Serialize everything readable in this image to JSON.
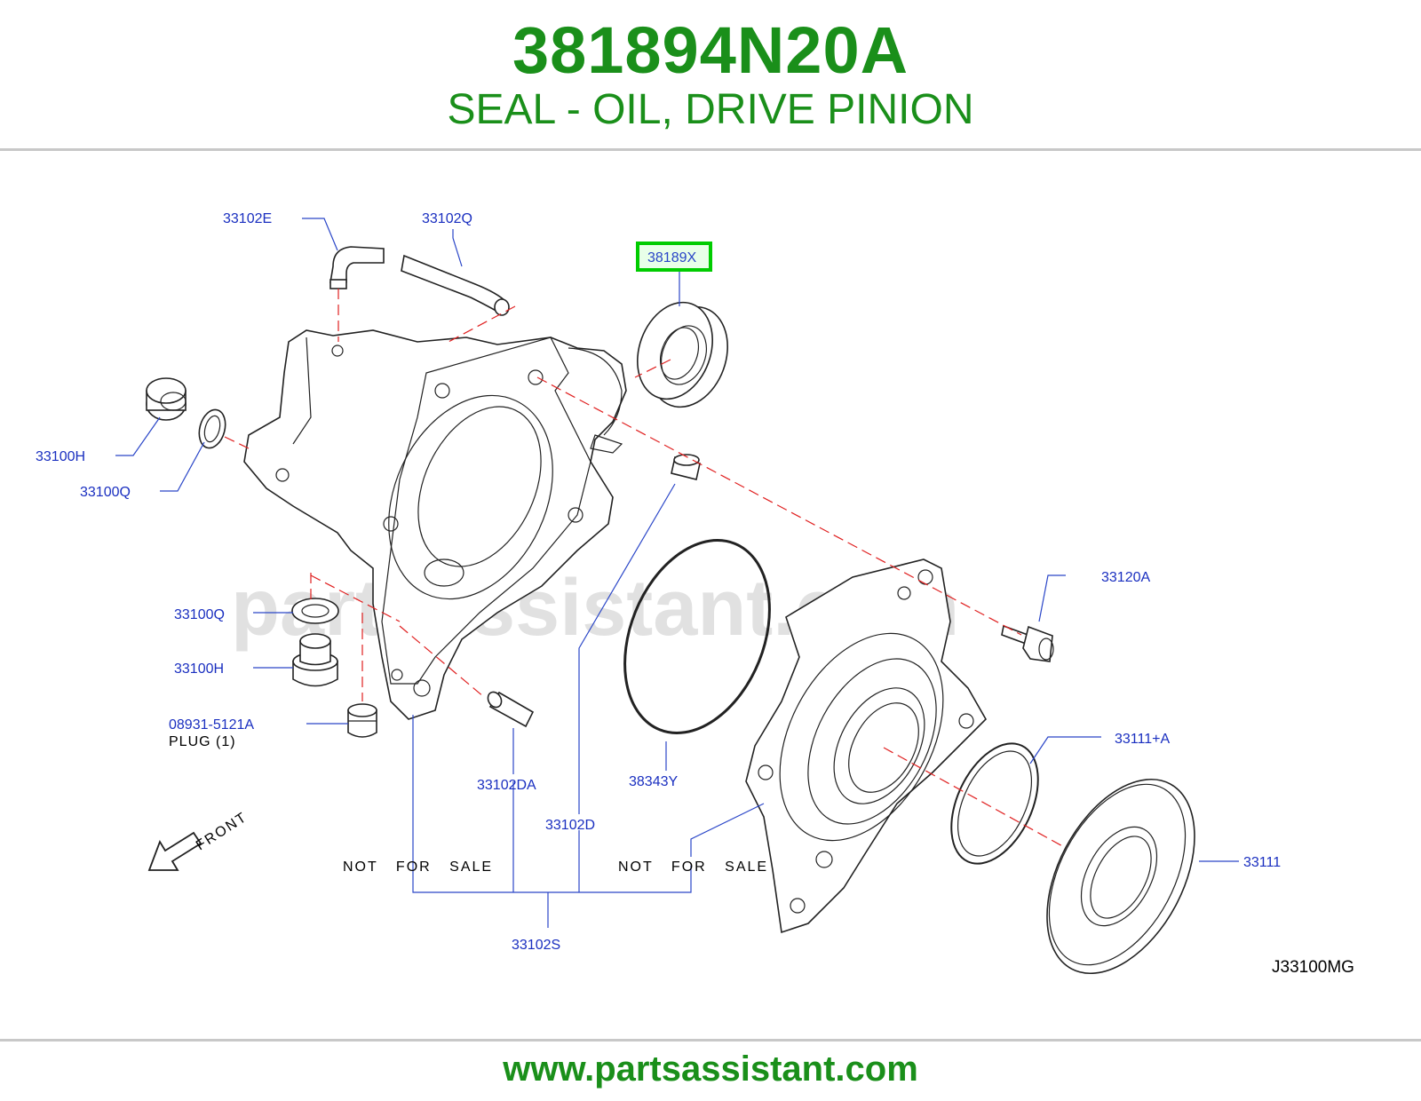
{
  "header": {
    "part_number": "381894N20A",
    "description": "SEAL - OIL, DRIVE PINION"
  },
  "diagram": {
    "highlight_color": "#00cc00",
    "labels": {
      "l_33102E": "33102E",
      "l_33102Q": "33102Q",
      "l_38189X": "38189X",
      "l_33100H_top": "33100H",
      "l_33100Q_top": "33100Q",
      "l_33100Q_mid": "33100Q",
      "l_33100H_mid": "33100H",
      "l_08931": "08931-5121A",
      "l_plug": "PLUG   (1)",
      "l_33102DA": "33102DA",
      "l_38343Y": "38343Y",
      "l_33102D": "33102D",
      "l_nfs1": "NOT FOR SALE",
      "l_nfs2": "NOT FOR SALE",
      "l_33102S": "33102S",
      "l_33120A": "33120A",
      "l_33111A": "33111+A",
      "l_33111": "33111",
      "l_front": "FRONT",
      "l_ref": "J33100MG"
    },
    "watermark": "partsassistant.com"
  },
  "footer": {
    "url": "www.partsassistant.com"
  }
}
